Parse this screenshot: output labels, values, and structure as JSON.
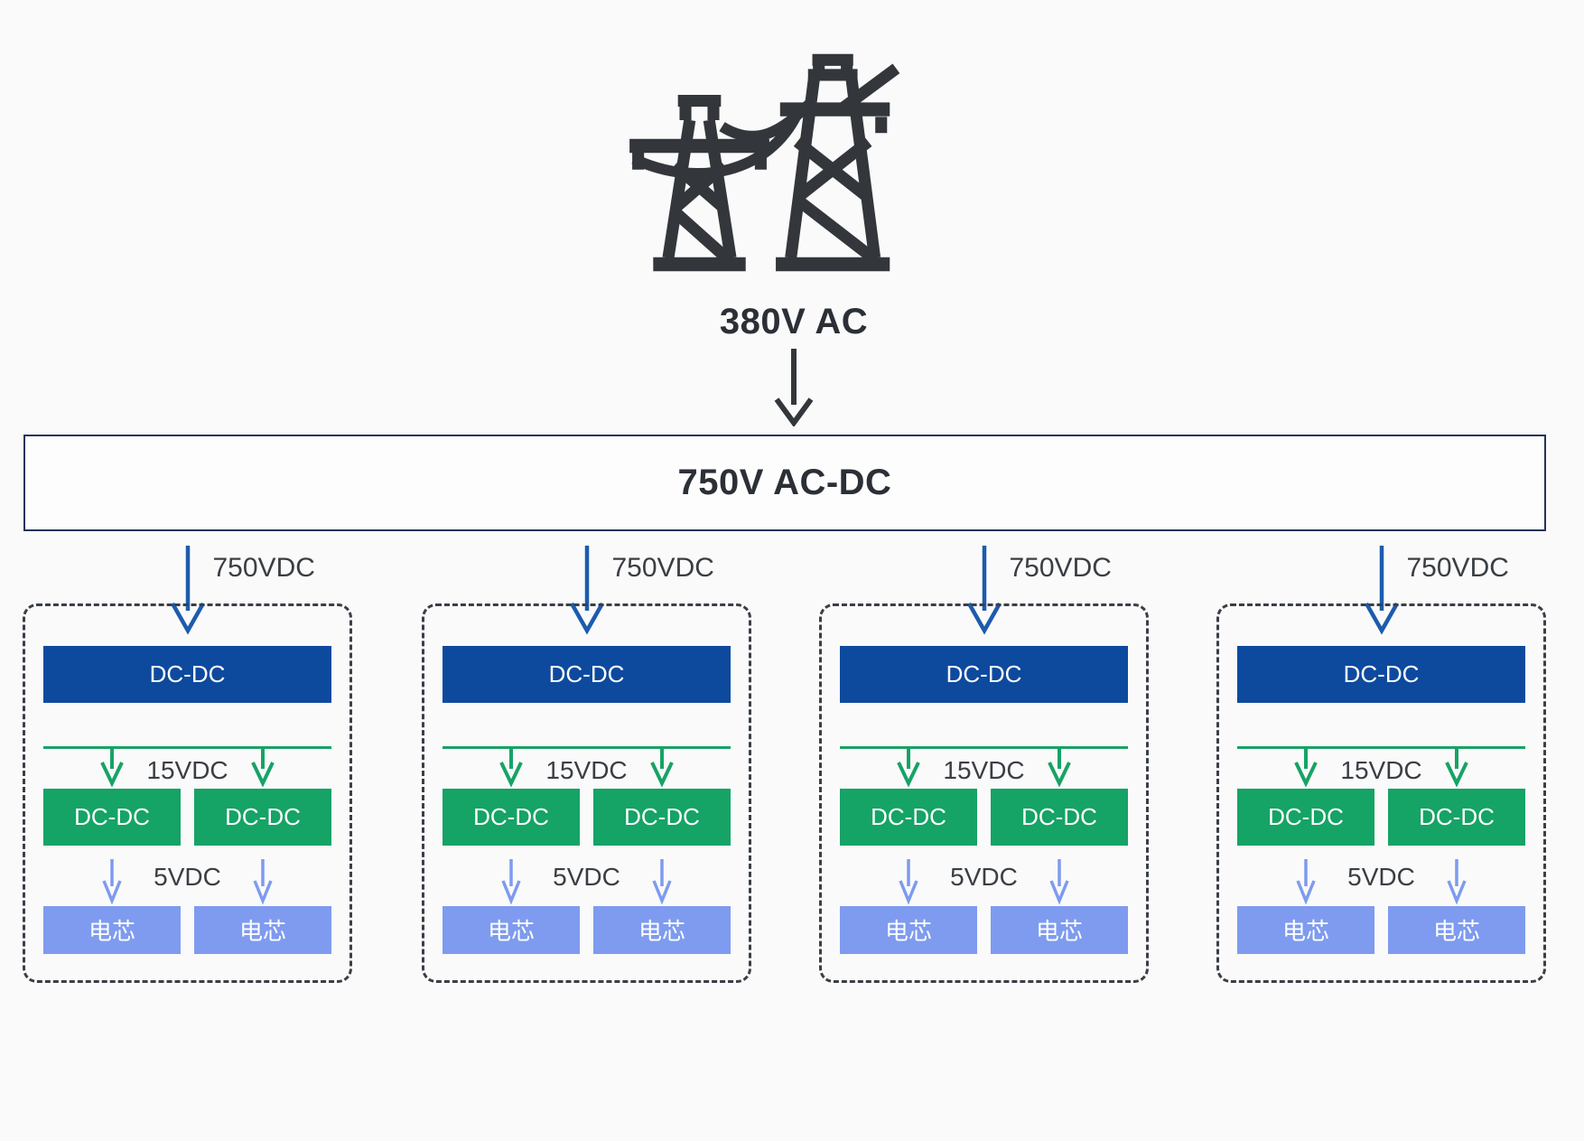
{
  "colors": {
    "bg": "#FAFAFA",
    "panel": "#FDFDFE",
    "ink": "#2B2F36",
    "icon": "#33363B",
    "label": "#3A3E44",
    "navy_border": "#24335B",
    "navy": "#0D4A9E",
    "green": "#16A366",
    "cell": "#7E9BEF",
    "feed": "#1C5CAD",
    "dash": "#3A3F46"
  },
  "header": {
    "source_label": "380V AC",
    "converter_label": "750V AC-DC"
  },
  "groups": [
    {
      "feed_label": "750VDC",
      "primary_label": "DC-DC",
      "mid_voltage_label": "15VDC",
      "mid_boxes": [
        {
          "label": "DC-DC"
        },
        {
          "label": "DC-DC"
        }
      ],
      "low_voltage_label": "5VDC",
      "cell_boxes": [
        {
          "label": "电芯"
        },
        {
          "label": "电芯"
        }
      ]
    },
    {
      "feed_label": "750VDC",
      "primary_label": "DC-DC",
      "mid_voltage_label": "15VDC",
      "mid_boxes": [
        {
          "label": "DC-DC"
        },
        {
          "label": "DC-DC"
        }
      ],
      "low_voltage_label": "5VDC",
      "cell_boxes": [
        {
          "label": "电芯"
        },
        {
          "label": "电芯"
        }
      ]
    },
    {
      "feed_label": "750VDC",
      "primary_label": "DC-DC",
      "mid_voltage_label": "15VDC",
      "mid_boxes": [
        {
          "label": "DC-DC"
        },
        {
          "label": "DC-DC"
        }
      ],
      "low_voltage_label": "5VDC",
      "cell_boxes": [
        {
          "label": "电芯"
        },
        {
          "label": "电芯"
        }
      ]
    },
    {
      "feed_label": "750VDC",
      "primary_label": "DC-DC",
      "mid_voltage_label": "15VDC",
      "mid_boxes": [
        {
          "label": "DC-DC"
        },
        {
          "label": "DC-DC"
        }
      ],
      "low_voltage_label": "5VDC",
      "cell_boxes": [
        {
          "label": "电芯"
        },
        {
          "label": "电芯"
        }
      ]
    }
  ]
}
